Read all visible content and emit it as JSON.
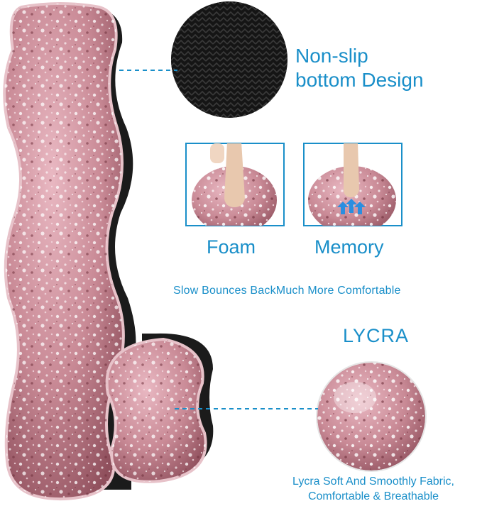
{
  "features": {
    "nonslip_line1": "Non-slip",
    "nonslip_line2": "bottom Design",
    "foam_label": "Foam",
    "memory_label": "Memory",
    "slow_bounce": "Slow Bounces BackMuch More Comfortable",
    "lycra_title": "LYCRA",
    "lycra_desc_line1": "Lycra Soft And Smoothly Fabric,",
    "lycra_desc_line2": "Comfortable & Breathable"
  },
  "colors": {
    "accent": "#1a8fc9",
    "pink": "#c98a96",
    "pink_dark": "#9c5663",
    "base_black": "#1b1b1b"
  }
}
